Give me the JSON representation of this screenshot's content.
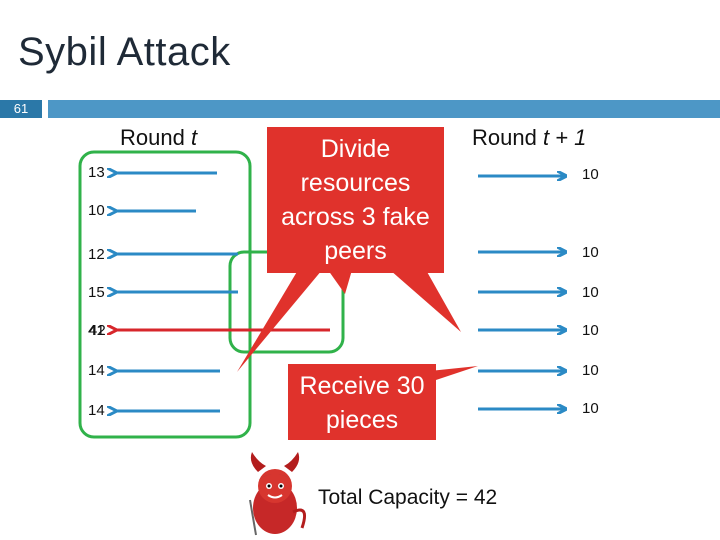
{
  "slide": {
    "title": "Sybil Attack",
    "number": "61"
  },
  "round_left": {
    "prefix": "Round ",
    "var": "t"
  },
  "round_right": {
    "prefix": "Round ",
    "var": "t + 1"
  },
  "left_values": [
    "13",
    "10",
    "12",
    "15",
    "41",
    "42",
    "14",
    "14"
  ],
  "right_values": [
    "10",
    "10",
    "10",
    "10",
    "10",
    "10"
  ],
  "callout_top": "Divide resources across 3 fake peers",
  "callout_bottom": "Receive 30 pieces",
  "total": "Total Capacity = 42",
  "colors": {
    "arrow_blue": "#2b8ac5",
    "attacker_red": "#d7262b",
    "group_green": "#30b24a",
    "callout_red": "#e0322c",
    "title_bar": "#4d97c6"
  },
  "icons": {
    "attacker": "devil-icon"
  }
}
